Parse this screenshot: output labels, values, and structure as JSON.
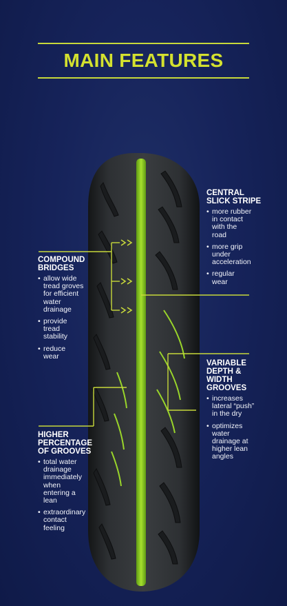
{
  "title": "MAIN FEATURES",
  "colors": {
    "accent": "#d4e12f",
    "background": "#16235a",
    "tire": "#2a2d2f",
    "stripe": "#8fd322"
  },
  "features": {
    "central_slick_stripe": {
      "heading": [
        "CENTRAL",
        "SLICK STRIPE"
      ],
      "bullets": [
        [
          "more rubber",
          "in contact",
          "with the",
          "road"
        ],
        [
          "more grip",
          "under",
          "acceleration"
        ],
        [
          "regular",
          "wear"
        ]
      ]
    },
    "compound_bridges": {
      "heading": [
        "COMPOUND",
        "BRIDGES"
      ],
      "bullets": [
        [
          "allow wide",
          "tread groves",
          "for efficient",
          "water",
          "drainage"
        ],
        [
          "provide",
          "tread",
          "stability"
        ],
        [
          "reduce",
          "wear"
        ]
      ]
    },
    "variable_depth": {
      "heading": [
        "VARIABLE",
        "DEPTH &",
        "WIDTH",
        "GROOVES"
      ],
      "bullets": [
        [
          "increases",
          "lateral “push”",
          "in the dry"
        ],
        [
          "optimizes",
          "water",
          "drainage at",
          "higher lean",
          "angles"
        ]
      ]
    },
    "higher_percentage": {
      "heading": [
        "HIGHER",
        "PERCENTAGE",
        "OF GROOVES"
      ],
      "bullets": [
        [
          "total water",
          "drainage",
          "immediately",
          "when",
          "entering a",
          "lean"
        ],
        [
          "extraordinary",
          "contact",
          "feeling"
        ]
      ]
    }
  }
}
